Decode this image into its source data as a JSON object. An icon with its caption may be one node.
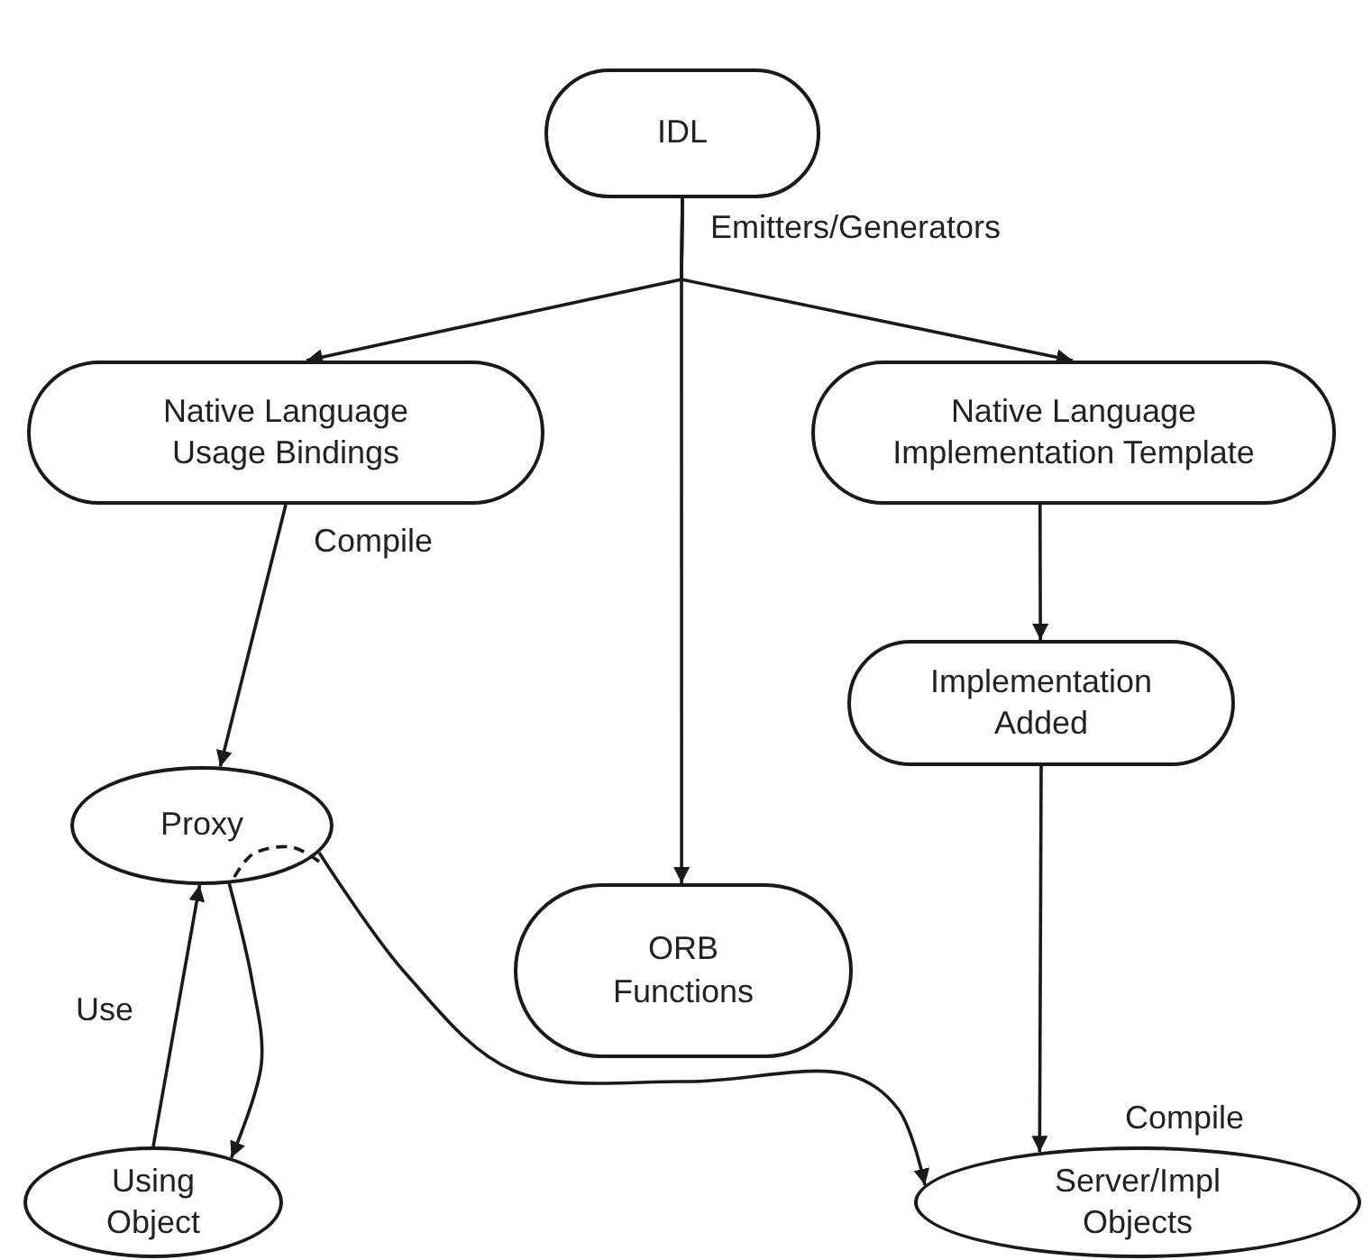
{
  "diagram": {
    "nodes": [
      {
        "text": [
          "IDL"
        ]
      },
      {
        "text": [
          "Native Language Usage Bindings"
        ]
      },
      {
        "text": [
          "Native Language Implementation Template"
        ]
      },
      {
        "text": [
          "Implementation Added"
        ]
      },
      {
        "text": [
          "Proxy"
        ]
      },
      {
        "text": [
          "ORB Functions"
        ]
      },
      {
        "text": [
          "Using Object"
        ]
      },
      {
        "text": [
          "Server/Impl Objects"
        ]
      }
    ],
    "edges": [
      {
        "from": 0,
        "to": 1,
        "arrow": "to",
        "label": "Emitters/Generators"
      },
      {
        "from": 0,
        "to": 5,
        "arrow": "to"
      },
      {
        "from": 0,
        "to": 2,
        "arrow": "to"
      },
      {
        "from": 1,
        "to": 4,
        "arrow": "to",
        "label": "Compile"
      },
      {
        "from": 2,
        "to": 3,
        "arrow": "to"
      },
      {
        "from": 3,
        "to": 7,
        "arrow": "to",
        "label": "Compile"
      },
      {
        "from": 6,
        "to": 4,
        "arrow": "to",
        "label": "Use"
      },
      {
        "from": 4,
        "to": 6,
        "arrow": "to"
      },
      {
        "from": 4,
        "to": 7,
        "arrow": "to"
      }
    ]
  }
}
